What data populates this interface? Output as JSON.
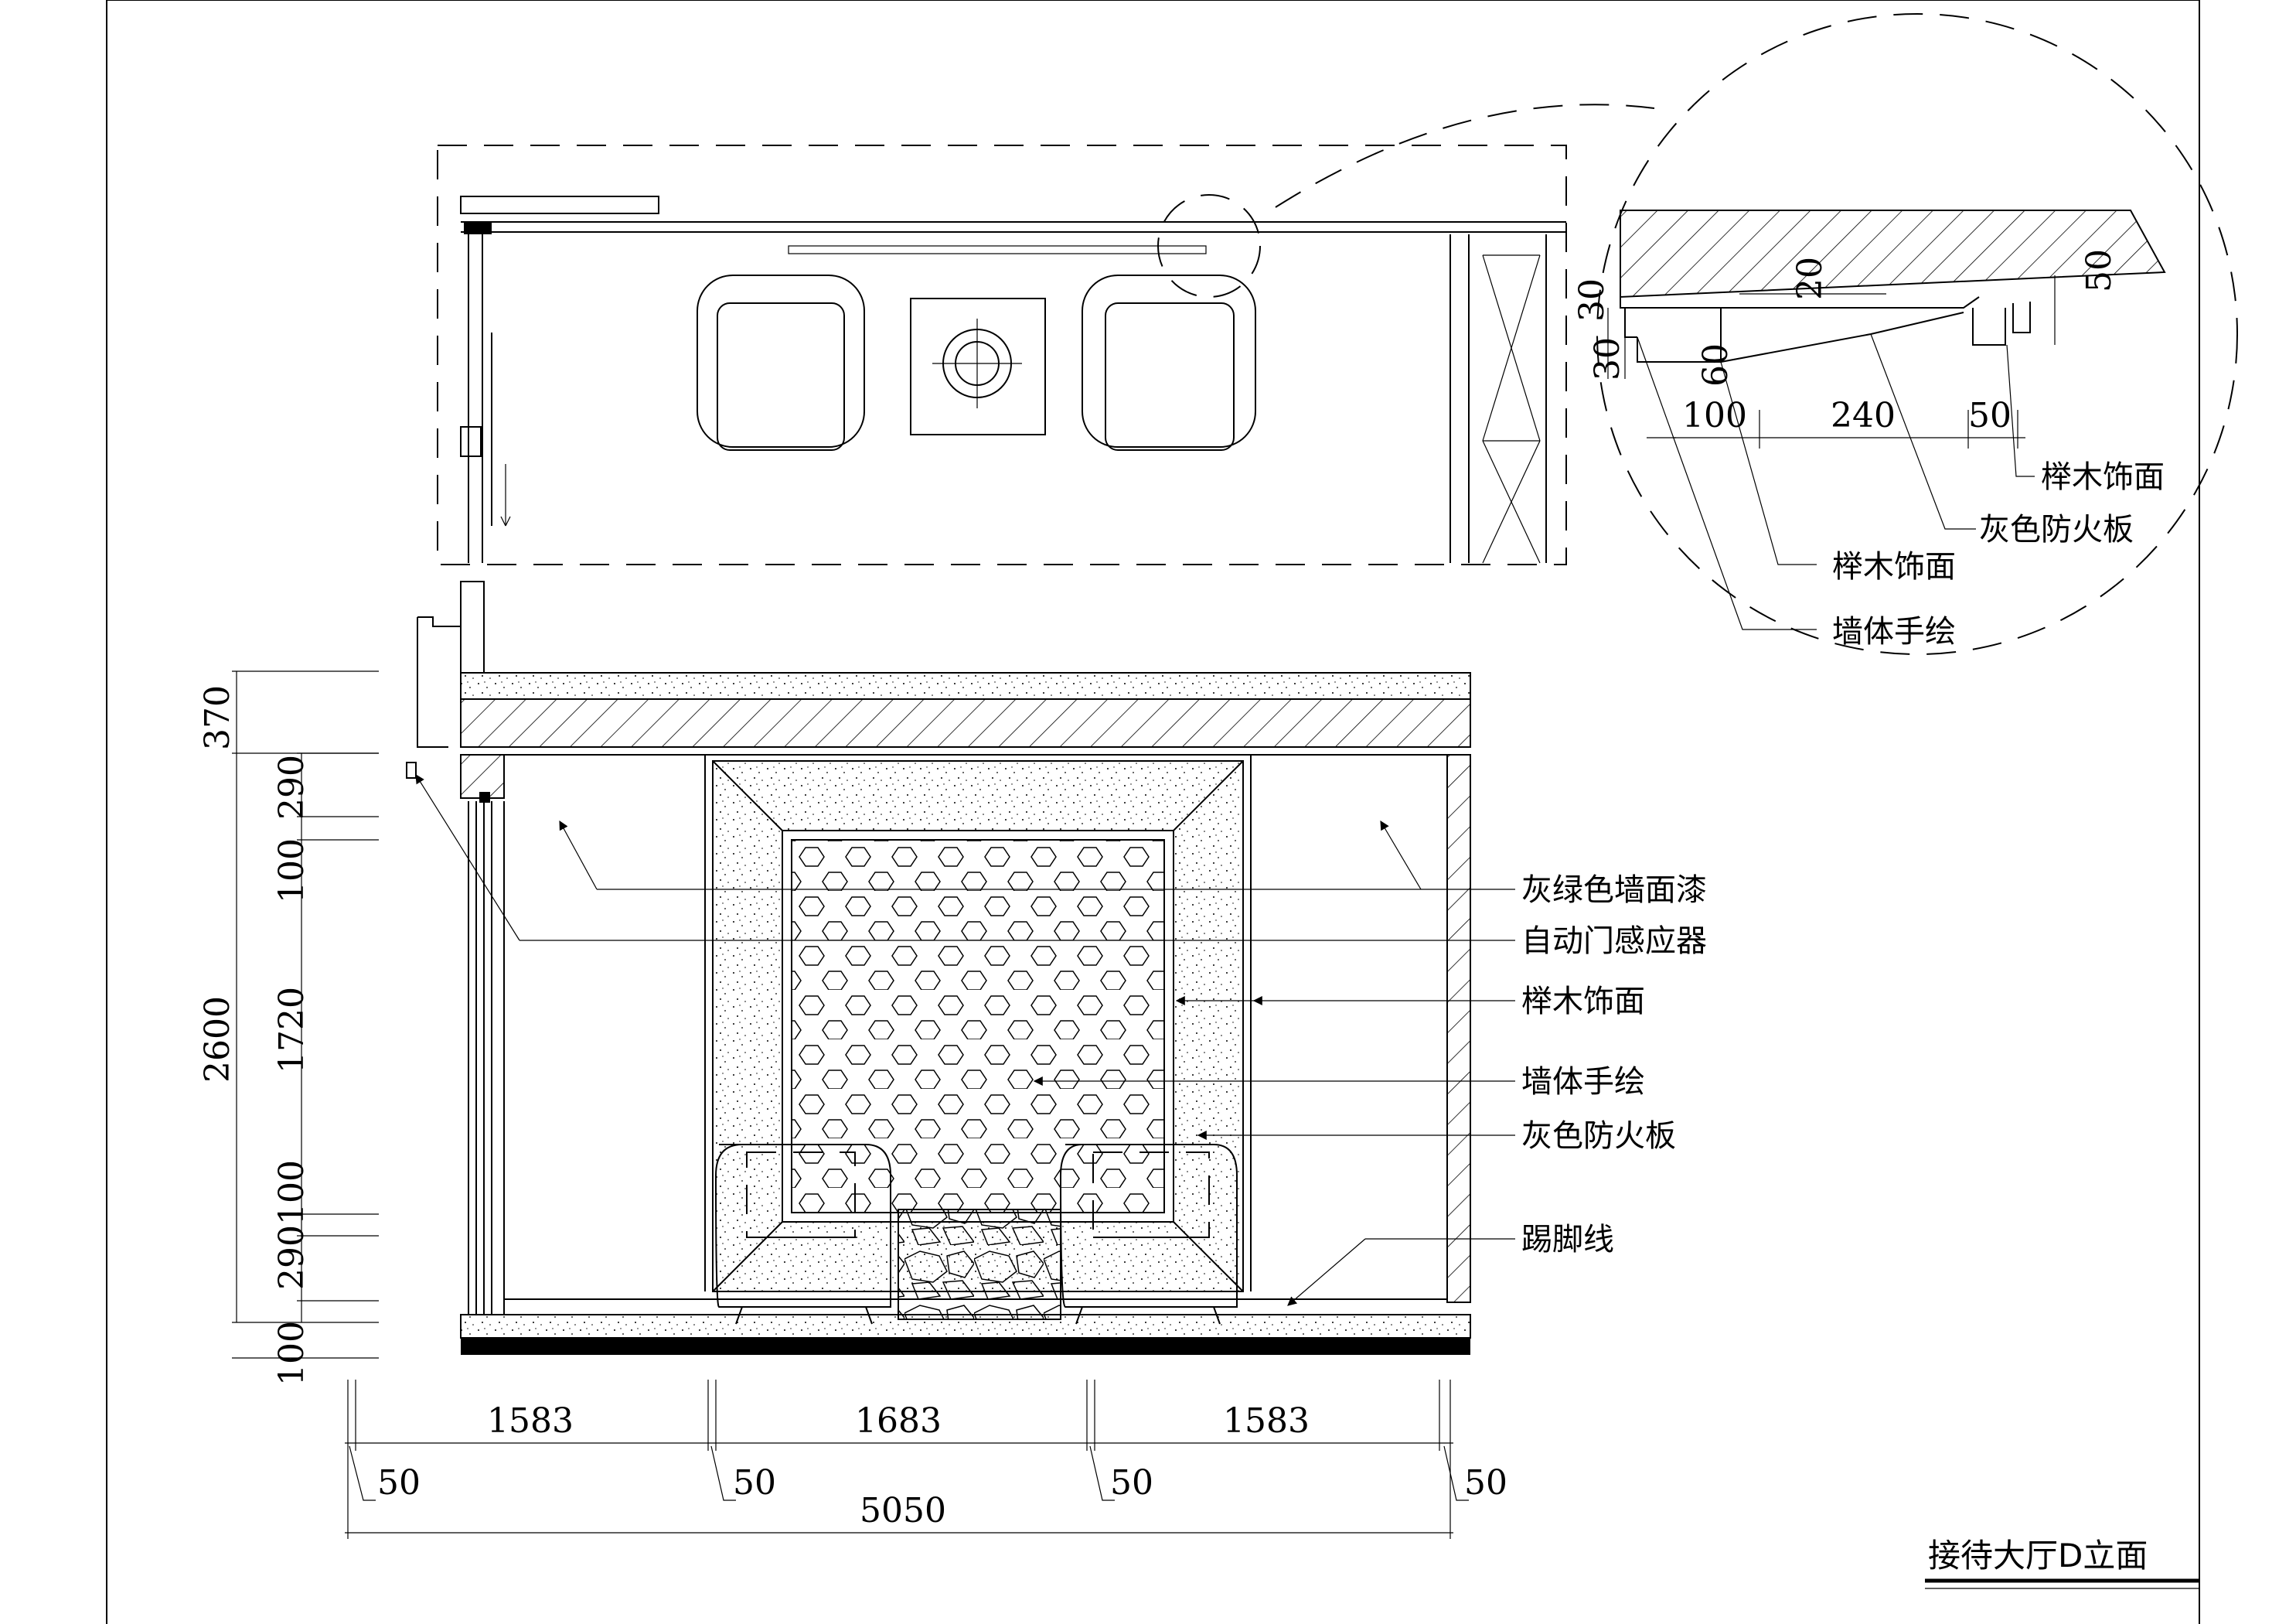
{
  "title": "接待大厅D立面",
  "colors": {
    "ink": "#000000",
    "paper": "#ffffff"
  },
  "detail": {
    "dims": [
      "30",
      "30",
      "20",
      "60",
      "50",
      "100",
      "240",
      "50"
    ],
    "callouts": [
      "榉木饰面",
      "灰色防火板",
      "榉木饰面",
      "墙体手绘"
    ]
  },
  "elevation": {
    "callouts": [
      "灰绿色墙面漆",
      "自动门感应器",
      "榉木饰面",
      "墙体手绘",
      "灰色防火板",
      "踢脚线"
    ],
    "vdims_outer": [
      "370",
      "2600",
      "100"
    ],
    "vdims_inner": [
      "290",
      "100",
      "1720",
      "100",
      "290"
    ],
    "hdims_row1": [
      "1583",
      "1683",
      "1583"
    ],
    "hdims_row2": [
      "50",
      "50",
      "50",
      "50"
    ],
    "hdim_total": "5050"
  }
}
